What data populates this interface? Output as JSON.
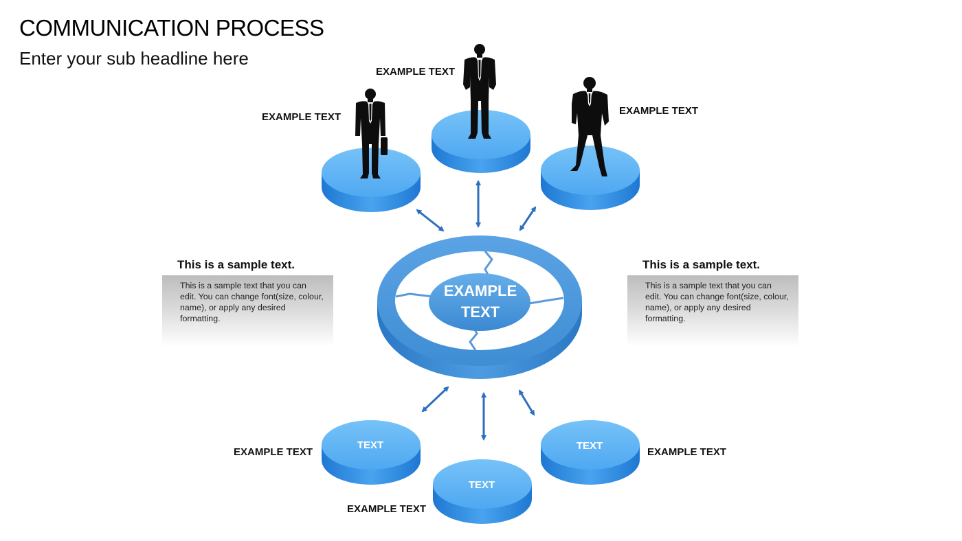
{
  "header": {
    "title": "COMMUNICATION PROCESS",
    "subtitle": "Enter your sub headline here"
  },
  "center": {
    "line1": "EXAMPLE",
    "line2": "TEXT"
  },
  "top_nodes": [
    {
      "label": "EXAMPLE TEXT",
      "figure": "businessman-briefcase-icon"
    },
    {
      "label": "EXAMPLE TEXT",
      "figure": "businessman-hands-in-pockets-icon"
    },
    {
      "label": "EXAMPLE TEXT",
      "figure": "businessman-standing-icon"
    }
  ],
  "bottom_nodes": [
    {
      "text": "TEXT",
      "label": "EXAMPLE TEXT"
    },
    {
      "text": "TEXT",
      "label": "EXAMPLE TEXT"
    },
    {
      "text": "TEXT",
      "label": "EXAMPLE TEXT"
    }
  ],
  "left_box": {
    "title": "This is a sample text.",
    "body": "This is a sample text that you can edit. You can change font(size, colour, name), or apply any desired formatting."
  },
  "right_box": {
    "title": "This is a sample text.",
    "body": "This is a sample text that you can edit. You can change font(size, colour, name), or apply any desired formatting."
  },
  "colors": {
    "disc_top": "#5fb4f6",
    "disc_side": "#2a86de",
    "ring": "#3d8fd6",
    "arrow": "#2d6fbe",
    "figure": "#0d0d0d"
  }
}
